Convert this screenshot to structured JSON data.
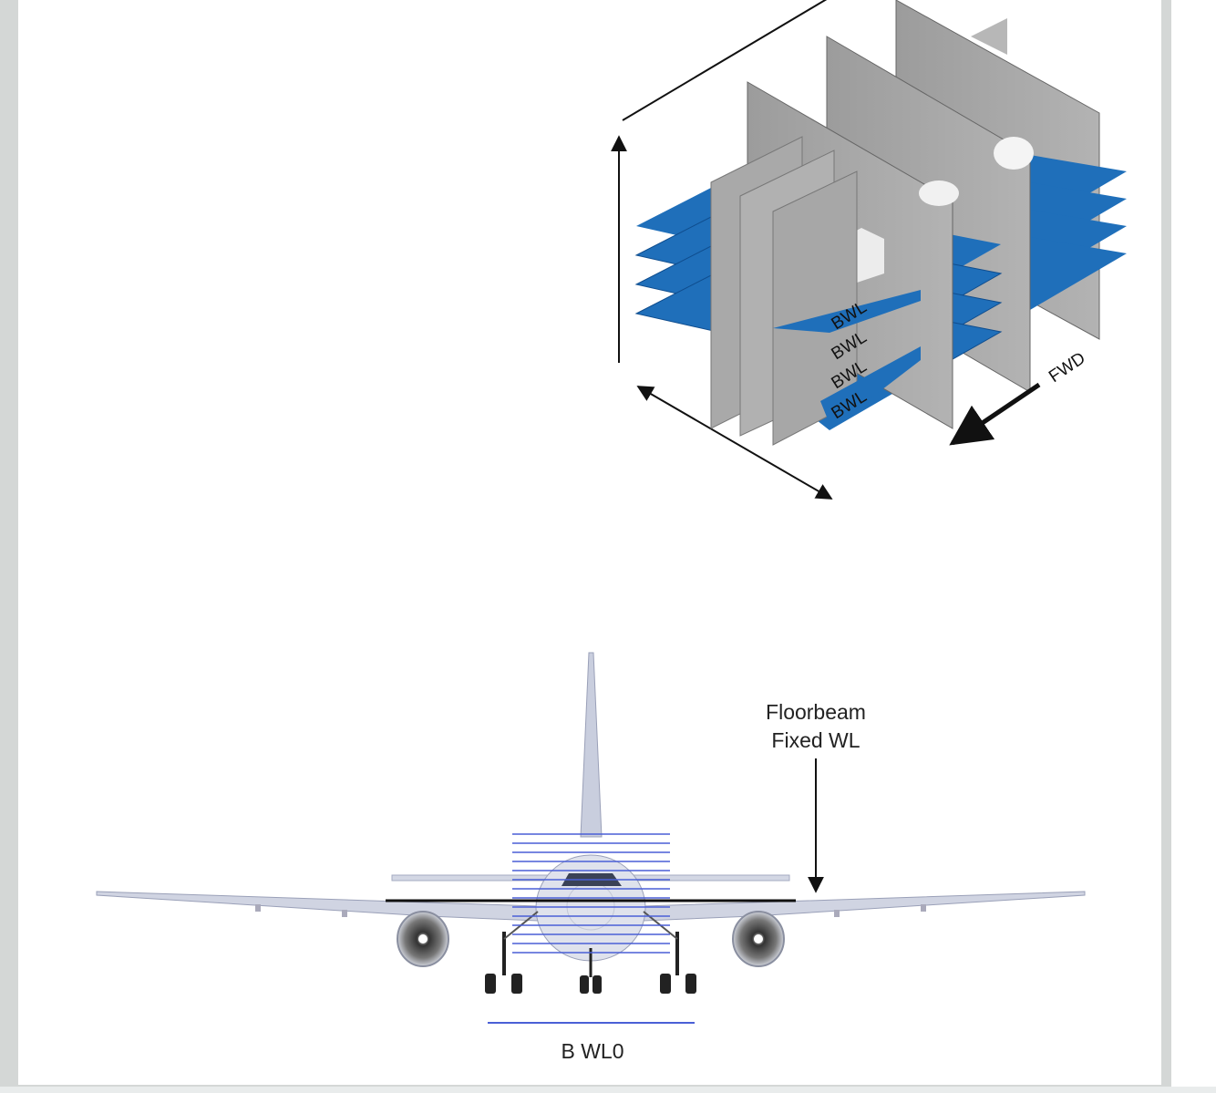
{
  "isometric_view": {
    "plane_labels": [
      "BWL",
      "BWL",
      "BWL",
      "BWL"
    ],
    "direction_label": "FWD",
    "colors": {
      "waterline_plane": "#1f6fba",
      "bulkhead": "#a5a5a5",
      "outline": "#111111"
    },
    "icons": [
      "dimension-arrow-icon",
      "fwd-arrow-icon"
    ]
  },
  "front_view": {
    "callout_label_line1": "Floorbeam",
    "callout_label_line2": "Fixed WL",
    "baseline_label": "B WL0",
    "colors": {
      "waterline": "#4a5fd6",
      "floorbeam": "#111111",
      "aircraft": "#d7dbe8"
    }
  }
}
